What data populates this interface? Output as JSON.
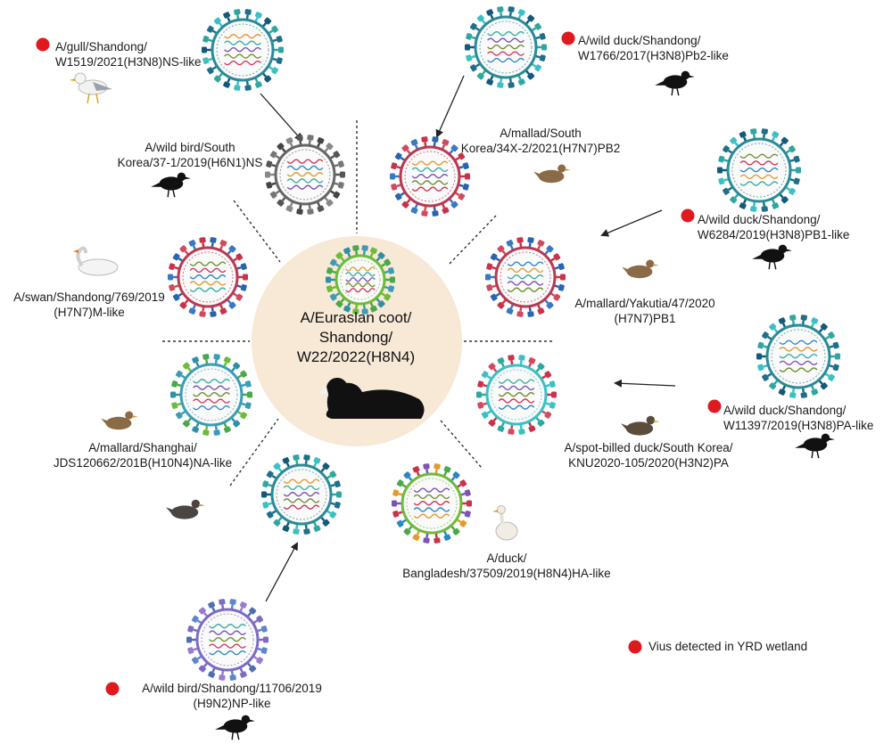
{
  "center": {
    "lines": [
      "A/Euraslan coot/",
      "Shandong/",
      "W22/2022(H8N4)"
    ]
  },
  "labels": {
    "gull": [
      "A/gull/Shandong/",
      "W1519/2021(H3N8)NS-like"
    ],
    "wild_duck_pb2": [
      "A/wild duck/Shandong/",
      "W1766/2017(H3N8)Pb2-like"
    ],
    "wild_bird_korea": [
      "A/wild bird/South",
      "Korea/37-1/2019(H6N1)NS"
    ],
    "mallad_korea": [
      "A/mallad/South",
      "Korea/34X-2/2021(H7N7)PB2"
    ],
    "wild_duck_pb1": [
      "A/wild duck/Shandong/",
      "W6284/2019(H3N8)PB1-like"
    ],
    "swan": [
      "A/swan/Shandong/769/2019",
      "(H7N7)M-like"
    ],
    "mallard_yakutia": [
      "A/mallard/Yakutia/47/2020",
      "(H7N7)PB1"
    ],
    "wild_duck_pa": [
      "A/wild duck/Shandong/",
      "W11397/2019(H3N8)PA-like"
    ],
    "mallard_shanghai": [
      "A/mallard/Shanghai/",
      "JDS120662/201B(H10N4)NA-like"
    ],
    "spot_billed": [
      "A/spot-billed duck/South Korea/",
      "KNU2020-105/2020(H3N2)PA"
    ],
    "duck_bangladesh": [
      "A/duck/",
      "Bangladesh/37509/2019(H8N4)HA-like"
    ],
    "wild_bird_np": [
      "A/wild bird/Shandong/11706/2019",
      "(H9N2)NP-like"
    ]
  },
  "legend": {
    "text": "Vius detected in YRD wetland",
    "marker_color": "#e0191f"
  },
  "colors": {
    "center_disc": "#f8e8d6",
    "marker": "#e0191f",
    "bird_silhouette": "#111111"
  }
}
